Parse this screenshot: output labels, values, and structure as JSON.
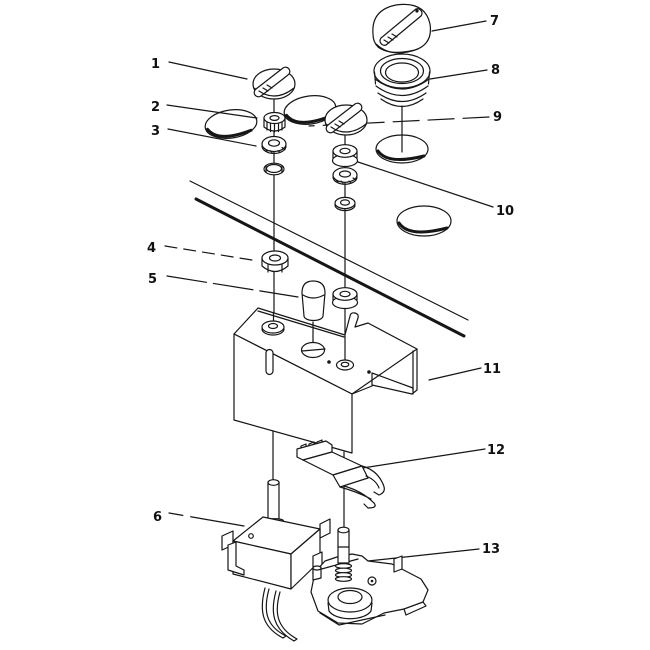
{
  "figure": {
    "background_color": "#ffffff",
    "line_color": "#161616"
  },
  "callouts": [
    {
      "id": "1",
      "label": "1"
    },
    {
      "id": "2",
      "label": "2"
    },
    {
      "id": "3",
      "label": "3"
    },
    {
      "id": "4",
      "label": "4"
    },
    {
      "id": "5",
      "label": "5"
    },
    {
      "id": "6",
      "label": "6"
    },
    {
      "id": "7",
      "label": "7"
    },
    {
      "id": "8",
      "label": "8"
    },
    {
      "id": "9",
      "label": "9"
    },
    {
      "id": "10",
      "label": "10"
    },
    {
      "id": "11",
      "label": "11"
    },
    {
      "id": "12",
      "label": "12"
    },
    {
      "id": "13",
      "label": "13"
    }
  ]
}
